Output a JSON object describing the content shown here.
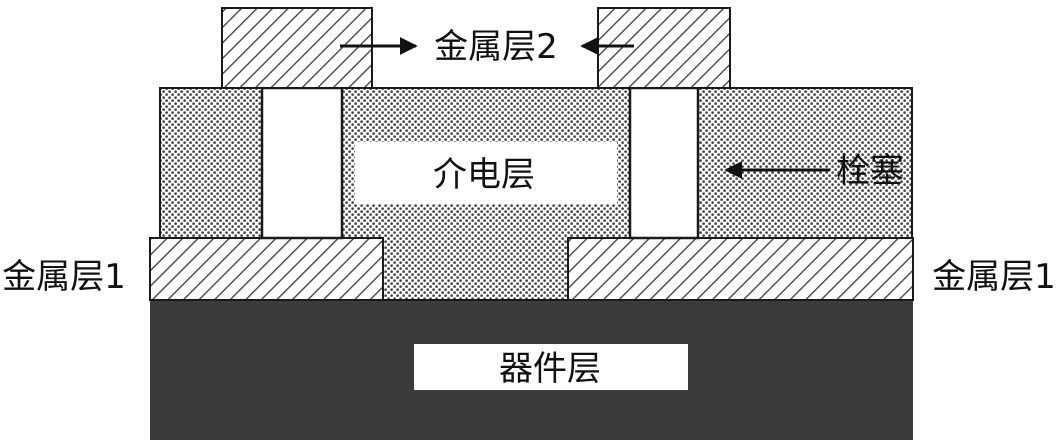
{
  "labels": {
    "metal_layer_2": "金属层2",
    "dielectric": "介电层",
    "plug": "栓塞",
    "metal_layer_1_left": "金属层1",
    "metal_layer_1_right": "金属层1",
    "device_layer": "器件层"
  },
  "colors": {
    "background": "#ffffff",
    "outline": "#1a1a1a",
    "hatch_fill": "#ffffff",
    "hatch_line": "#3a3a3a",
    "dot_fill": "#ffffff",
    "dot": "#4a4a4a",
    "device_layer": "#3b3b3b",
    "plug_fill": "#ffffff",
    "label_box_fill": "#ffffff",
    "arrow": "#111111"
  }
}
